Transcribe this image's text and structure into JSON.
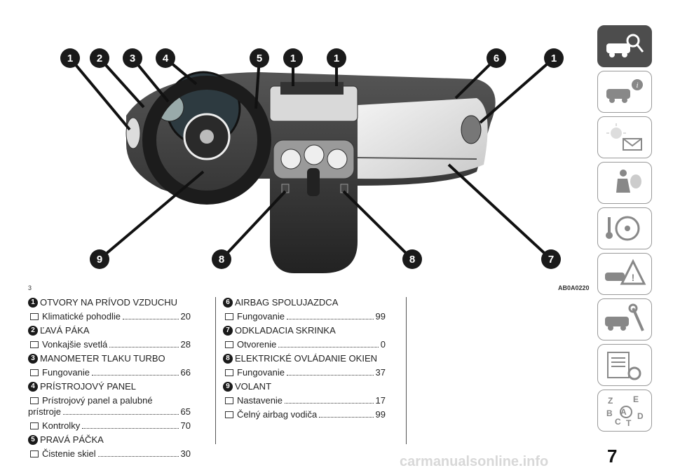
{
  "figure": {
    "number": "3",
    "code": "AB0A0220",
    "callouts_top": [
      "1",
      "2",
      "3",
      "4",
      "5",
      "1",
      "1",
      "6",
      "1"
    ],
    "callouts_bottom": [
      "9",
      "8",
      "8",
      "7"
    ]
  },
  "sections": [
    {
      "num": "1",
      "title": "OTVORY NA PRÍVOD VZDUCHU",
      "entries": [
        {
          "label": "Klimatické pohodlie",
          "page": "20"
        }
      ]
    },
    {
      "num": "2",
      "title": "ĽAVÁ PÁKA",
      "entries": [
        {
          "label": "Vonkajšie svetlá",
          "page": "28"
        }
      ]
    },
    {
      "num": "3",
      "title": "MANOMETER TLAKU TURBO",
      "entries": [
        {
          "label": "Fungovanie",
          "page": "66"
        }
      ]
    },
    {
      "num": "4",
      "title": "PRÍSTROJOVÝ PANEL",
      "entries": [
        {
          "label_line1": "Prístrojový panel a palubné",
          "label": "prístroje",
          "page": "65"
        },
        {
          "label": "Kontrolky",
          "page": "70"
        }
      ]
    },
    {
      "num": "5",
      "title": "PRAVÁ PÁČKA",
      "entries": [
        {
          "label": "Čistenie skiel",
          "page": "30"
        }
      ]
    },
    {
      "num": "6",
      "title": "AIRBAG SPOLUJAZDCA",
      "entries": [
        {
          "label": "Fungovanie",
          "page": "99"
        }
      ]
    },
    {
      "num": "7",
      "title": "ODKLADACIA SKRINKA",
      "entries": [
        {
          "label": "Otvorenie",
          "page": "0"
        }
      ]
    },
    {
      "num": "8",
      "title": "ELEKTRICKÉ OVLÁDANIE OKIEN",
      "entries": [
        {
          "label": "Fungovanie",
          "page": "37"
        }
      ]
    },
    {
      "num": "9",
      "title": "VOLANT",
      "entries": [
        {
          "label": "Nastavenie",
          "page": "17"
        },
        {
          "label": "Čelný airbag vodiča",
          "page": "99"
        }
      ]
    }
  ],
  "page_number": "7",
  "watermark": "carmanualsonline.info",
  "side_tabs": [
    {
      "icon": "car-magnifier-icon",
      "active": true
    },
    {
      "icon": "car-info-icon",
      "active": false
    },
    {
      "icon": "warning-light-envelope-icon",
      "active": false
    },
    {
      "icon": "seat-airbag-icon",
      "active": false
    },
    {
      "icon": "steering-key-icon",
      "active": false
    },
    {
      "icon": "car-warning-triangle-icon",
      "active": false
    },
    {
      "icon": "car-wrench-icon",
      "active": false
    },
    {
      "icon": "list-gear-icon",
      "active": false
    },
    {
      "icon": "alphabet-index-icon",
      "active": false
    }
  ],
  "colors": {
    "badge": "#1a1a1a",
    "active_tab": "#4d4d4d",
    "dashboard_white": "#e4e4e4"
  }
}
